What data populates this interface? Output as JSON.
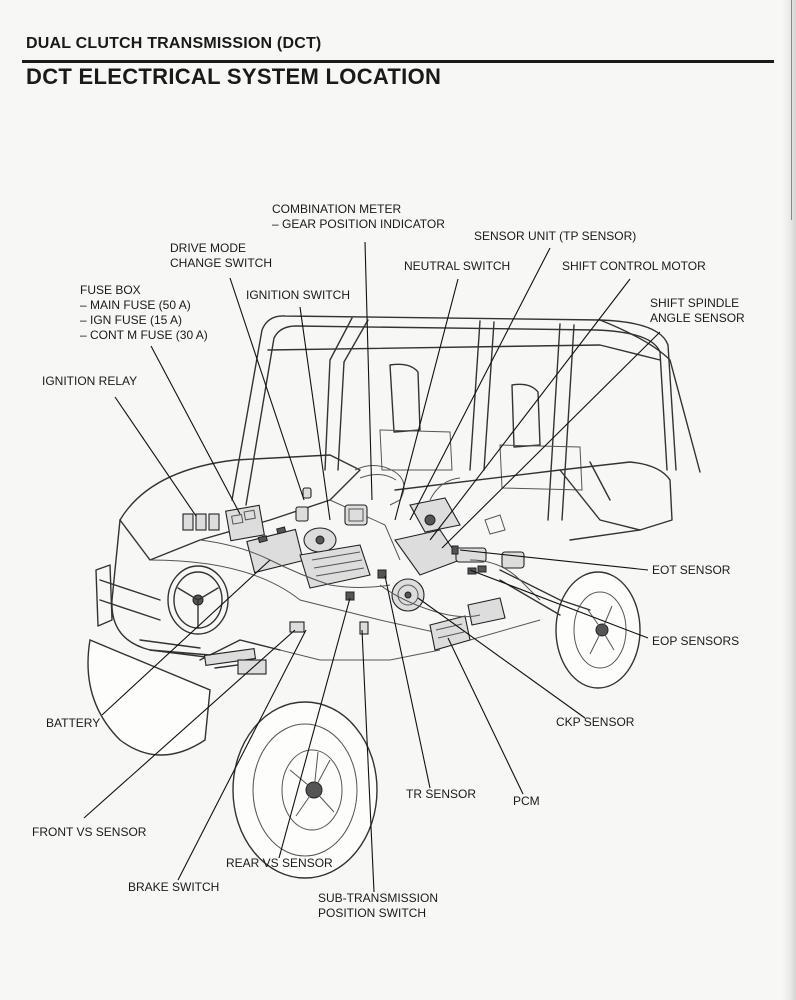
{
  "header": {
    "section": "DUAL CLUTCH TRANSMISSION (DCT)",
    "title": "DCT ELECTRICAL SYSTEM LOCATION"
  },
  "labels": {
    "combination_meter": [
      "COMBINATION METER",
      "– GEAR POSITION INDICATOR"
    ],
    "sensor_unit": [
      "SENSOR UNIT (TP SENSOR)"
    ],
    "drive_mode": [
      "DRIVE MODE",
      "CHANGE SWITCH"
    ],
    "neutral_switch": [
      "NEUTRAL SWITCH"
    ],
    "shift_control_motor": [
      "SHIFT CONTROL MOTOR"
    ],
    "fuse_box": [
      "FUSE BOX",
      "– MAIN FUSE (50 A)",
      "– IGN FUSE (15 A)",
      "– CONT M FUSE (30 A)"
    ],
    "ignition_switch": [
      "IGNITION SWITCH"
    ],
    "shift_spindle": [
      "SHIFT SPINDLE",
      "ANGLE SENSOR"
    ],
    "ignition_relay": [
      "IGNITION RELAY"
    ],
    "eot_sensor": [
      "EOT SENSOR"
    ],
    "eop_sensors": [
      "EOP SENSORS"
    ],
    "battery": [
      "BATTERY"
    ],
    "ckp_sensor": [
      "CKP SENSOR"
    ],
    "tr_sensor": [
      "TR SENSOR"
    ],
    "pcm": [
      "PCM"
    ],
    "front_vs_sensor": [
      "FRONT VS SENSOR"
    ],
    "rear_vs_sensor": [
      "REAR VS SENSOR"
    ],
    "brake_switch": [
      "BRAKE SWITCH"
    ],
    "sub_transmission": [
      "SUB-TRANSMISSION",
      "POSITION SWITCH"
    ]
  }
}
